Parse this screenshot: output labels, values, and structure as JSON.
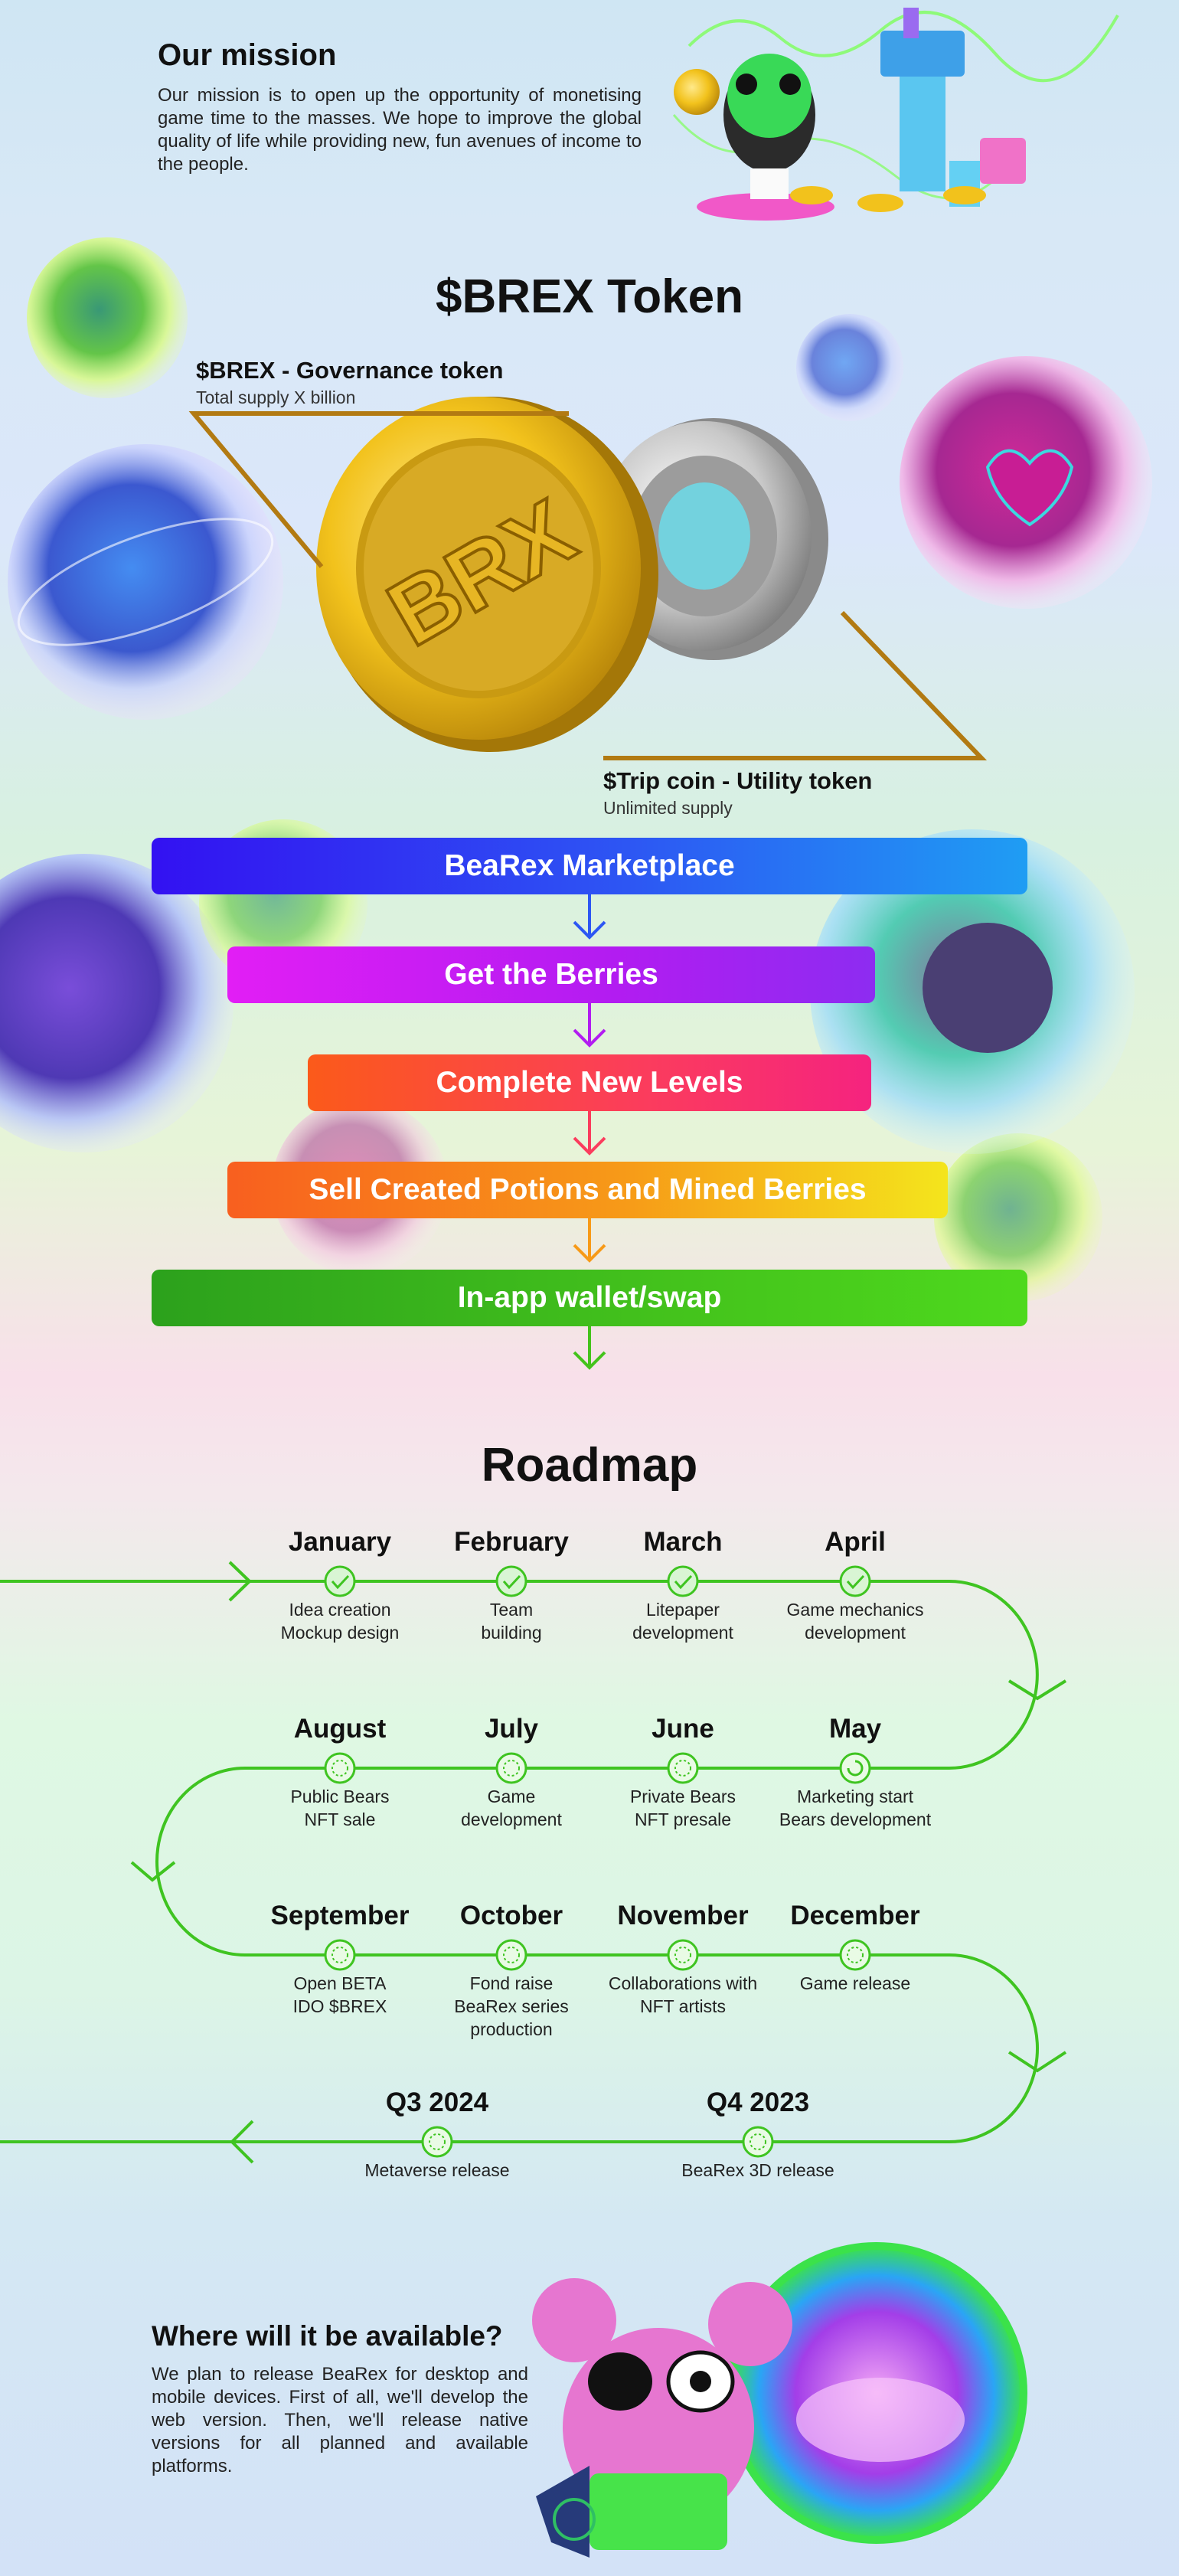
{
  "mission": {
    "title": "Our mission",
    "text": "Our mission is to open up the opportunity of monetising game time to the masses. We hope to improve the global quality of life while providing new, fun avenues of income to the people."
  },
  "token": {
    "title": "$BREX Token",
    "coin_label": "BRX",
    "governance": {
      "title": "$BREX - Governance token",
      "subtitle": "Total supply X billion"
    },
    "utility": {
      "title": "$Trip coin - Utility token",
      "subtitle": "Unlimited supply"
    }
  },
  "flow": [
    {
      "label": "BeaRex Marketplace",
      "color": "#2d57f3"
    },
    {
      "label": "Get the Berries",
      "color": "#b21cf1"
    },
    {
      "label": "Complete New Levels",
      "color": "#fb3c5d"
    },
    {
      "label": "Sell Created Potions and Mined Berries",
      "color": "#f79a18"
    },
    {
      "label": "In-app wallet/swap",
      "color": "#44c31c"
    }
  ],
  "roadmap": {
    "title": "Roadmap",
    "rows": [
      {
        "items": [
          {
            "month": "January",
            "desc": "Idea creation\nMockup design",
            "status": "done"
          },
          {
            "month": "February",
            "desc": "Team\nbuilding",
            "status": "done"
          },
          {
            "month": "March",
            "desc": "Litepaper\ndevelopment",
            "status": "done"
          },
          {
            "month": "April",
            "desc": "Game mechanics\ndevelopment",
            "status": "done"
          }
        ]
      },
      {
        "items": [
          {
            "month": "August",
            "desc": "Public Bears\nNFT sale",
            "status": "pending"
          },
          {
            "month": "July",
            "desc": "Game\ndevelopment",
            "status": "pending"
          },
          {
            "month": "June",
            "desc": "Private Bears\nNFT presale",
            "status": "pending"
          },
          {
            "month": "May",
            "desc": "Marketing start\nBears development",
            "status": "in-progress"
          }
        ]
      },
      {
        "items": [
          {
            "month": "September",
            "desc": "Open BETA\nIDO $BREX",
            "status": "pending"
          },
          {
            "month": "October",
            "desc": "Fond raise\nBeaRex series\nproduction",
            "status": "pending"
          },
          {
            "month": "November",
            "desc": "Collaborations with\nNFT artists",
            "status": "pending"
          },
          {
            "month": "December",
            "desc": "Game release",
            "status": "pending"
          }
        ]
      },
      {
        "items": [
          {
            "month": "Q3 2024",
            "desc": "Metaverse release",
            "status": "pending"
          },
          {
            "month": "Q4 2023",
            "desc": "BeaRex 3D release",
            "status": "pending"
          }
        ]
      }
    ],
    "line_color": "#3fc421"
  },
  "availability": {
    "title": "Where will it be available?",
    "text": "We plan to release BeaRex for desktop and mobile devices. First of all, we'll develop the web version. Then, we'll release native versions for all planned and available platforms."
  }
}
